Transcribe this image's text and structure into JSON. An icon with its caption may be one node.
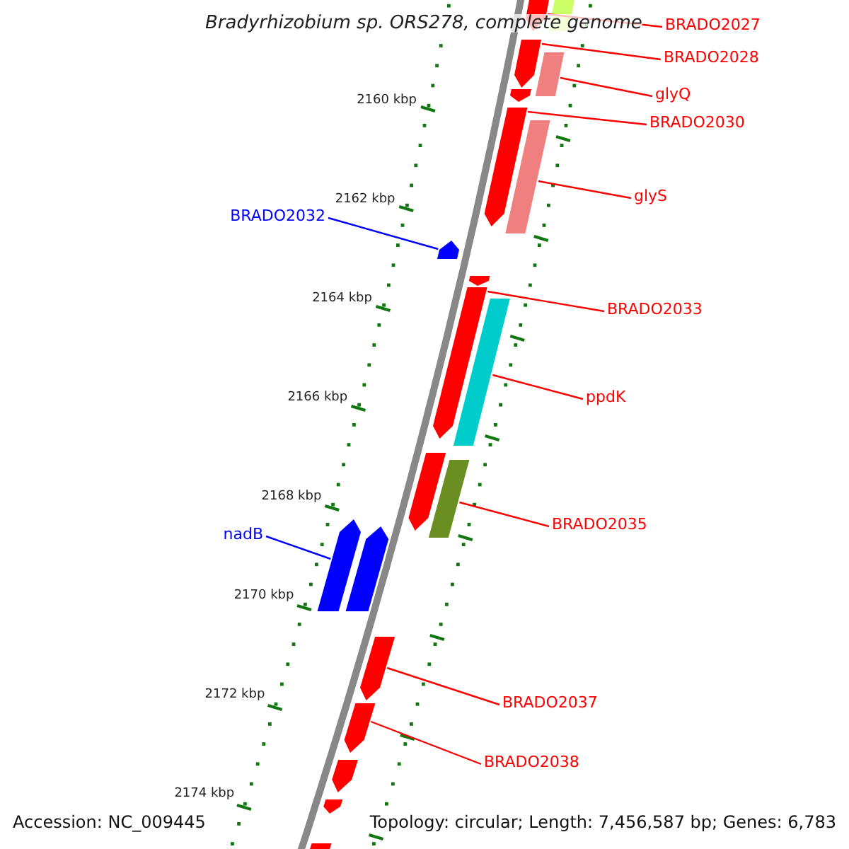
{
  "diagram": {
    "title": "Bradyrhizobium sp. ORS278, complete genome",
    "nodes": [
      {
        "text": [
          "BRADO2027"
        ]
      },
      {
        "text": [],
        "shape": "bar"
      },
      {
        "text": [
          "BRADO2028"
        ]
      },
      {
        "text": [],
        "shape": "bar"
      },
      {
        "text": [
          "glyQ"
        ]
      },
      {
        "text": [],
        "shape": "bar"
      },
      {
        "text": [
          "BRADO2030"
        ]
      },
      {
        "text": [],
        "shape": "bar"
      },
      {
        "text": [
          "glyS"
        ]
      },
      {
        "text": [],
        "shape": "bar"
      },
      {
        "text": [
          "BRADO2032"
        ]
      },
      {
        "text": [],
        "shape": "bar"
      },
      {
        "text": [
          "BRADO2033"
        ]
      },
      {
        "text": [],
        "shape": "bar"
      },
      {
        "text": [
          "ppdK"
        ]
      },
      {
        "text": [],
        "shape": "bar"
      },
      {
        "text": [
          "BRADO2035"
        ]
      },
      {
        "text": [],
        "shape": "bar"
      },
      {
        "text": [
          "nadB"
        ]
      },
      {
        "text": [],
        "shape": "bar"
      },
      {
        "text": [
          "BRADO2037"
        ]
      },
      {
        "text": [],
        "shape": "bar"
      },
      {
        "text": [
          "BRADO2038"
        ]
      },
      {
        "text": [],
        "shape": "bar"
      }
    ],
    "edges": [
      {
        "from": 0,
        "to": 1,
        "arrow": "none"
      },
      {
        "from": 2,
        "to": 3,
        "arrow": "none"
      },
      {
        "from": 4,
        "to": 5,
        "arrow": "none"
      },
      {
        "from": 6,
        "to": 7,
        "arrow": "none"
      },
      {
        "from": 8,
        "to": 9,
        "arrow": "none"
      },
      {
        "from": 10,
        "to": 11,
        "arrow": "none",
        "color": "#0000ff"
      },
      {
        "from": 12,
        "to": 13,
        "arrow": "none"
      },
      {
        "from": 14,
        "to": 15,
        "arrow": "none"
      },
      {
        "from": 16,
        "to": 17,
        "arrow": "none"
      },
      {
        "from": 18,
        "to": 19,
        "arrow": "none",
        "color": "#0000ff"
      },
      {
        "from": 20,
        "to": 21,
        "arrow": "none"
      },
      {
        "from": 22,
        "to": 23,
        "arrow": "none"
      }
    ],
    "labels": [
      "2160 kbp",
      "2162 kbp",
      "2164 kbp",
      "2166 kbp",
      "2168 kbp",
      "2170 kbp",
      "2172 kbp",
      "2174 kbp",
      "Accession: NC_009445",
      "Topology: circular; Length: 7,456,587 bp; Genes: 6,783"
    ]
  }
}
